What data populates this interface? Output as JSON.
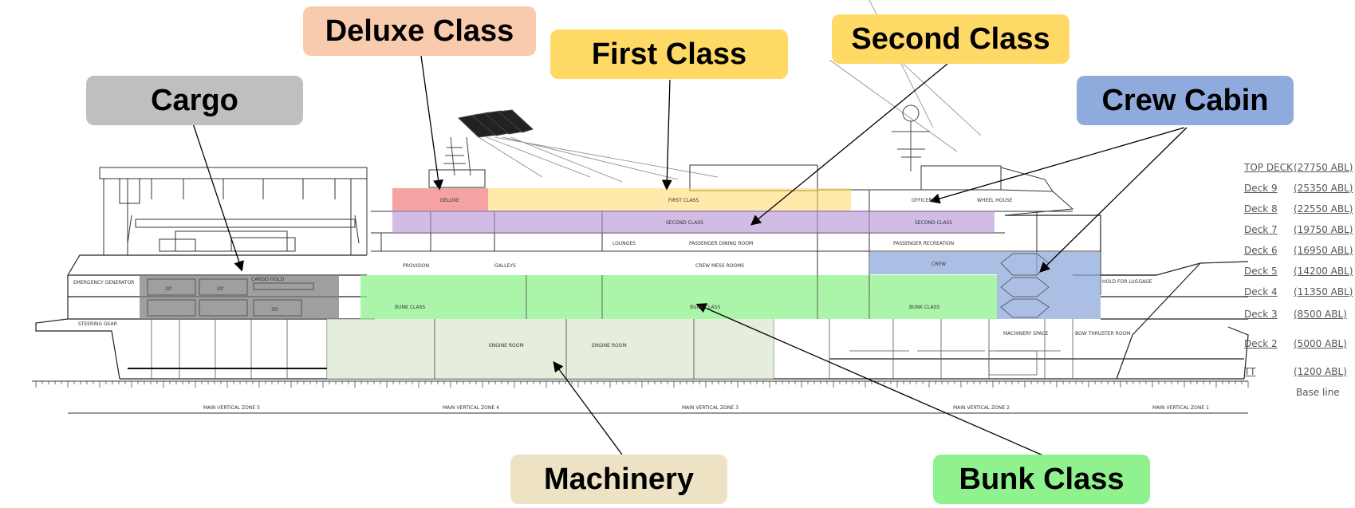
{
  "callouts": {
    "deluxe": "Deluxe Class",
    "first": "First Class",
    "second": "Second Class",
    "cargo": "Cargo",
    "crew": "Crew Cabin",
    "machinery": "Machinery",
    "bunk": "Bunk Class"
  },
  "colors": {
    "deluxe": "#F8CBAD",
    "first": "#FFD966",
    "second": "#FFD966",
    "cargo": "#BFBFBF",
    "crew": "#8FAADC",
    "machinery": "#EDE3C4",
    "bunk": "#8FF28F"
  },
  "decks": [
    {
      "name": "TOP DECK",
      "value": "(27750 ABL)"
    },
    {
      "name": "Deck 9",
      "value": "(25350 ABL)"
    },
    {
      "name": "Deck 8",
      "value": "(22550 ABL)"
    },
    {
      "name": "Deck 7",
      "value": "(19750 ABL)"
    },
    {
      "name": "Deck 6",
      "value": "(16950 ABL)"
    },
    {
      "name": "Deck 5",
      "value": "(14200 ABL)"
    },
    {
      "name": "Deck 4",
      "value": "(11350 ABL)"
    },
    {
      "name": "Deck 3",
      "value": "(8500 ABL)"
    },
    {
      "name": "Deck 2",
      "value": "(5000 ABL)"
    },
    {
      "name": "TT",
      "value": "(1200 ABL)"
    },
    {
      "name": "Base line",
      "value": ""
    }
  ],
  "plan_labels": {
    "deluxe_room": "DELUXE",
    "first_room": "FIRST CLASS",
    "second_room": "SECOND CLASS",
    "second_class": "SECOND CLASS",
    "lounges": "LOUNGES",
    "dining": "PASSENGER DINING ROOM",
    "crew_mess": "CREW MESS ROOMS",
    "recreation": "PASSENGER RECREATION",
    "provision": "PROVISION",
    "galleys": "GALLEYS",
    "officers": "OFFICERS",
    "wheel_house": "WHEEL HOUSE",
    "crew_room": "CREW",
    "bunk_room": "BUNK CLASS",
    "engine_room": "ENGINE ROOM",
    "cargo_hold": "CARGO HOLD",
    "container_a": "20'",
    "container_b": "20'",
    "container_c": "30'",
    "zone5": "MAIN VERTICAL ZONE 5",
    "zone4": "MAIN VERTICAL ZONE 4",
    "zone3": "MAIN VERTICAL ZONE 3",
    "zone2": "MAIN VERTICAL ZONE 2",
    "zone1": "MAIN VERTICAL ZONE 1",
    "machinery_space": "MACHINERY SPACE",
    "bow_thruster": "BOW THRUSTER ROOM",
    "emergency_generator": "EMERGENCY GENERATOR",
    "steering_gear": "STEERING GEAR",
    "hold_luggage": "HOLD FOR LUGGAGE"
  }
}
